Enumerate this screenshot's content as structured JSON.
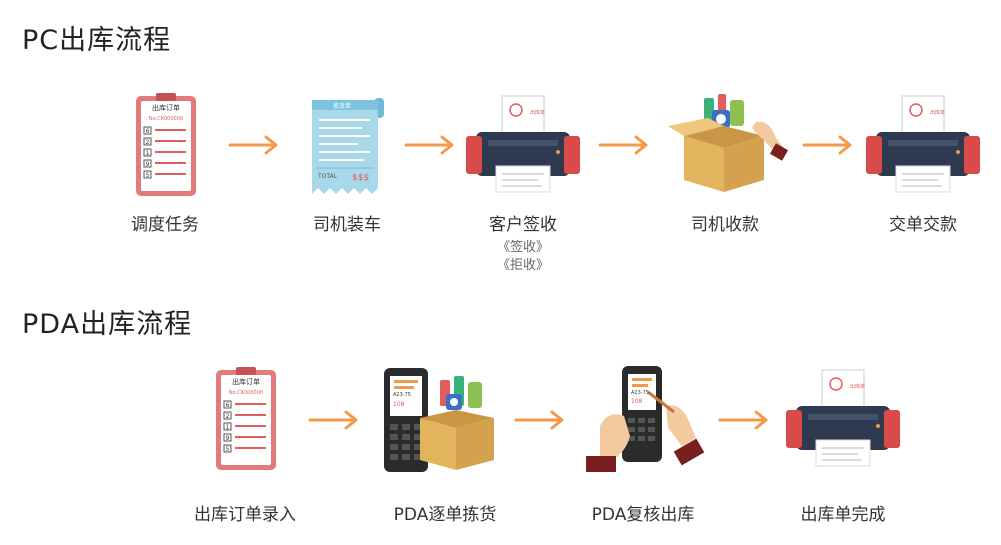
{
  "pc_section": {
    "title": "PC出库流程",
    "steps": [
      {
        "label": "调度任务",
        "icon": "order-form-icon"
      },
      {
        "label": "司机装车",
        "icon": "picking-receipt-icon"
      },
      {
        "label": "客户签收",
        "icon": "printer-icon",
        "notes": [
          "《签收》",
          "《拒收》"
        ]
      },
      {
        "label": "司机收款",
        "icon": "goods-box-icon"
      },
      {
        "label": "交单交款",
        "icon": "printer-icon"
      }
    ]
  },
  "pda_section": {
    "title": "PDA出库流程",
    "steps": [
      {
        "label": "出库订单录入",
        "icon": "order-form-icon"
      },
      {
        "label": "PDA逐单拣货",
        "icon": "pda-goods-box-icon"
      },
      {
        "label": "PDA复核出库",
        "icon": "pda-hand-icon"
      },
      {
        "label": "出库单完成",
        "icon": "printer-icon"
      }
    ]
  },
  "icon_text": {
    "order_title": "出库订单",
    "order_no": "No.CK000000",
    "order_rows": [
      "6",
      "2",
      "1",
      "9",
      "5"
    ],
    "receipt_title": "拣货单",
    "receipt_total": "TOTAL",
    "receipt_amount": "$$$",
    "paper_stamp": "出库单",
    "pda_code": "A23-75",
    "pda_num": "108"
  },
  "colors": {
    "arrow": "#f39a4a",
    "accent_red": "#e25c5c",
    "printer_body": "#2e3a4f",
    "printer_side": "#d94a4a",
    "box": "#e2b45c",
    "receipt": "#a8d8ea"
  }
}
